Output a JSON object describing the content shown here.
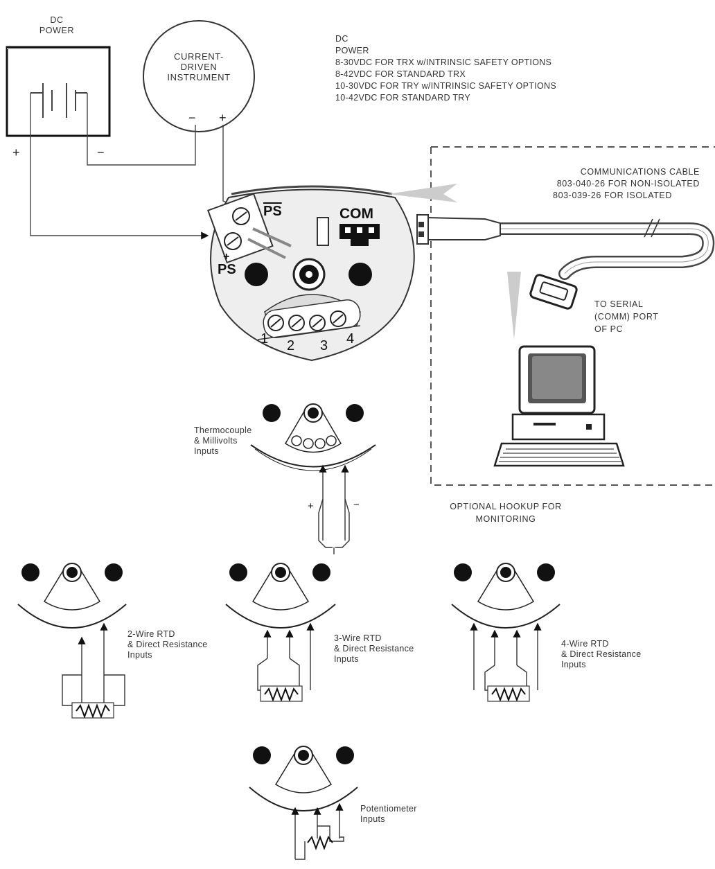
{
  "left_power": {
    "label": "DC\nPOWER",
    "plus": "+",
    "minus": "−"
  },
  "instrument": {
    "label": "CURRENT-\nDRIVEN\nINSTRUMENT",
    "minus": "−",
    "plus": "+"
  },
  "power_spec": {
    "title": "DC",
    "subtitle": "POWER",
    "lines": [
      "8-30VDC FOR TRX w/INTRINSIC SAFETY OPTIONS",
      "8-42VDC FOR STANDARD TRX",
      "10-30VDC FOR TRY w/INTRINSIC SAFETY OPTIONS",
      "10-42VDC FOR STANDARD TRY"
    ]
  },
  "transmitter": {
    "ps_minus": "PS",
    "ps_plus": "PS",
    "plus_mark": "+",
    "com": "COM",
    "terminals": [
      "1",
      "2",
      "3",
      "4"
    ]
  },
  "cable": {
    "title": "COMMUNICATIONS CABLE",
    "part_non_isolated": "803-040-26 FOR NON-ISOLATED",
    "part_isolated": "803-039-26 FOR ISOLATED"
  },
  "serial_port": "TO SERIAL\n(COMM) PORT\nOF PC",
  "optional_hookup": "OPTIONAL HOOKUP FOR\nMONITORING",
  "inputs": {
    "thermocouple": "Thermocouple\n& Millivolts\nInputs",
    "tc_plus": "+",
    "tc_minus": "−",
    "rtd2": "2-Wire RTD\n& Direct Resistance\nInputs",
    "rtd3": "3-Wire RTD\n& Direct Resistance\nInputs",
    "rtd4": "4-Wire RTD\n& Direct Resistance\nInputs",
    "potentiometer": "Potentiometer\nInputs"
  }
}
